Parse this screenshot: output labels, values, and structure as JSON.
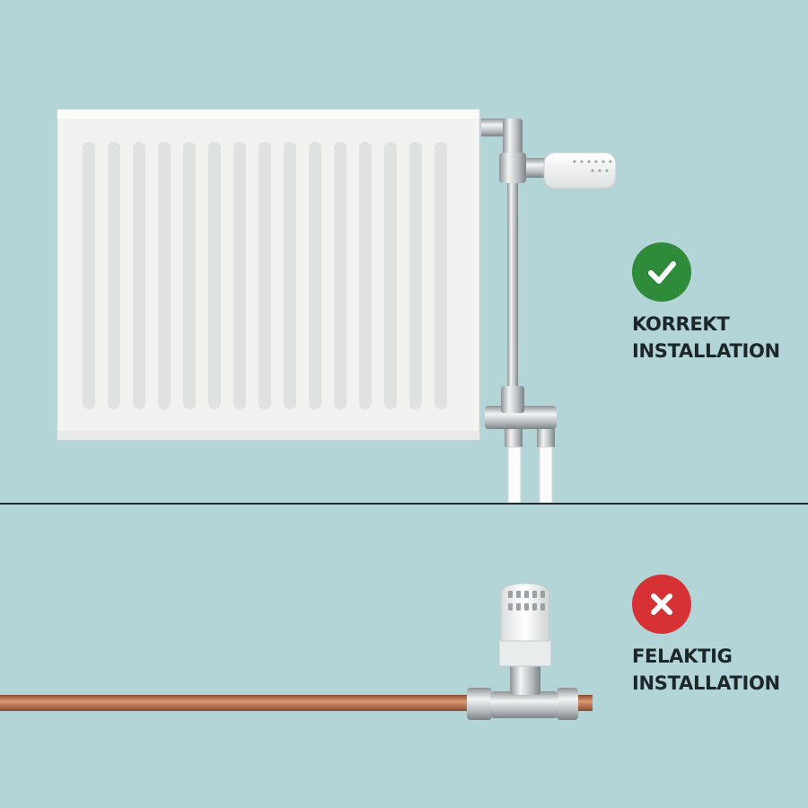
{
  "correct": {
    "icon": "checkmark-icon",
    "color": "#2e8b3a",
    "label_line1": "KORREKT",
    "label_line2": "INSTALLATION"
  },
  "incorrect": {
    "icon": "cross-icon",
    "color": "#d63236",
    "label_line1": "FELAKTIG",
    "label_line2": "INSTALLATION"
  },
  "colors": {
    "background": "#b3d5d7",
    "divider": "#1e2a2c",
    "copper_pipe": "#b8704b",
    "chrome": "#c8cdd0",
    "radiator": "#f4f4f2"
  }
}
